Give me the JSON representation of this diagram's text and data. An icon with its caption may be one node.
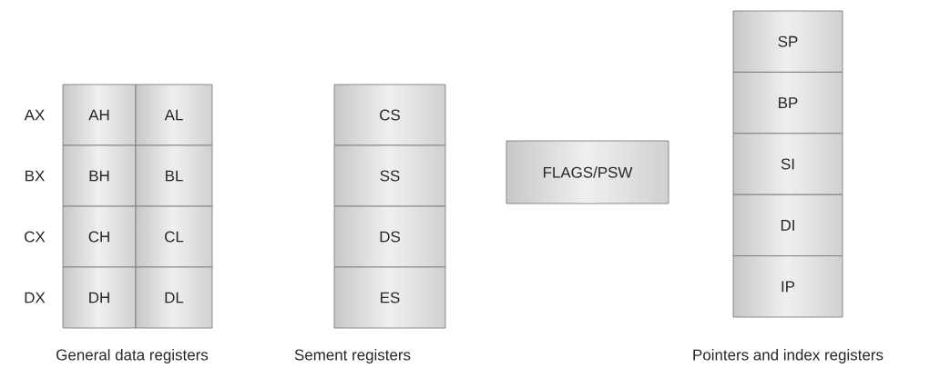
{
  "diagram": {
    "nodes": [
      {
        "text": [
          "AH"
        ]
      },
      {
        "text": [
          "AL"
        ]
      },
      {
        "text": [
          "BH"
        ]
      },
      {
        "text": [
          "BL"
        ]
      },
      {
        "text": [
          "CH"
        ]
      },
      {
        "text": [
          "CL"
        ]
      },
      {
        "text": [
          "DH"
        ]
      },
      {
        "text": [
          "DL"
        ]
      },
      {
        "text": [
          "SP"
        ]
      },
      {
        "text": [
          "CS"
        ]
      },
      {
        "text": [
          "BP"
        ]
      },
      {
        "text": [
          "SS"
        ]
      },
      {
        "text": [
          "FLAGS/PSW"
        ]
      },
      {
        "text": [
          "SI"
        ]
      },
      {
        "text": [
          "DS"
        ]
      },
      {
        "text": [
          "DI"
        ]
      },
      {
        "text": [
          "ES"
        ]
      },
      {
        "text": [
          "IP"
        ]
      }
    ],
    "labels": [
      "AX",
      "BX",
      "CX",
      "DX",
      "General data registers",
      "Sement registers",
      "Pointers and index registers"
    ]
  }
}
